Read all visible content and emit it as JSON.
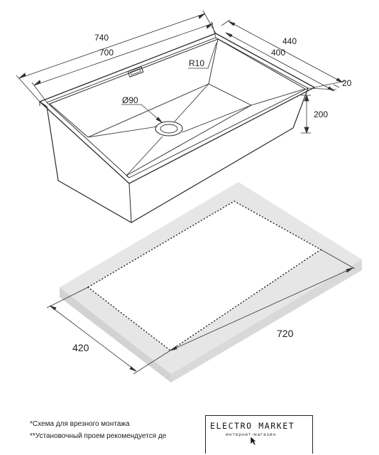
{
  "dimensions": {
    "overall_length": "740",
    "inner_length": "700",
    "overall_width": "440",
    "inner_width": "400",
    "rim": "20",
    "depth": "200",
    "drain": "Ø90",
    "radius": "R10",
    "cutout_width": "420",
    "cutout_length": "720"
  },
  "notes": [
    "*Схема для врезного монтажа",
    "**Установочный проем рекомендуется де"
  ],
  "brand": {
    "name": "ELECTRO MARKET",
    "tagline": "интернет-магазин"
  }
}
